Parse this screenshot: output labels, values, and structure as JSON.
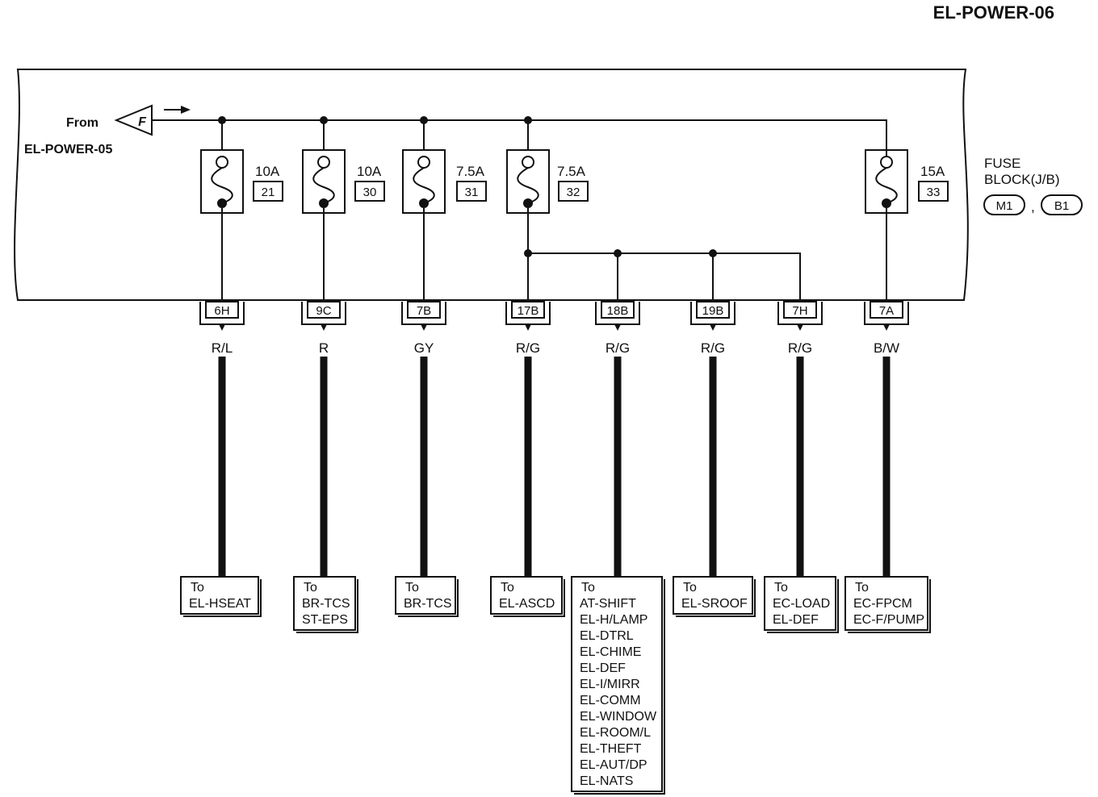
{
  "page_code": "EL-POWER-06",
  "from": {
    "label": "From",
    "source": "EL-POWER-05",
    "connector": "F"
  },
  "fuse_block": {
    "line1": "FUSE",
    "line2": "BLOCK(J/B)",
    "connectors": [
      "M1",
      "B1"
    ],
    "separator": ","
  },
  "fuses": [
    {
      "amp": "10A",
      "number": "21"
    },
    {
      "amp": "10A",
      "number": "30"
    },
    {
      "amp": "7.5A",
      "number": "31"
    },
    {
      "amp": "7.5A",
      "number": "32"
    },
    {
      "amp": "15A",
      "number": "33"
    }
  ],
  "outputs": [
    {
      "connector": "6H",
      "wire": "R/L",
      "dest": [
        "To",
        "EL-HSEAT"
      ]
    },
    {
      "connector": "9C",
      "wire": "R",
      "dest": [
        "To",
        "BR-TCS",
        "ST-EPS"
      ]
    },
    {
      "connector": "7B",
      "wire": "GY",
      "dest": [
        "To",
        "BR-TCS"
      ]
    },
    {
      "connector": "17B",
      "wire": "R/G",
      "dest": [
        "To",
        "EL-ASCD"
      ]
    },
    {
      "connector": "18B",
      "wire": "R/G",
      "dest": [
        "To",
        "AT-SHIFT",
        "EL-H/LAMP",
        "EL-DTRL",
        "EL-CHIME",
        "EL-DEF",
        "EL-I/MIRR",
        "EL-COMM",
        "EL-WINDOW",
        "EL-ROOM/L",
        "EL-THEFT",
        "EL-AUT/DP",
        "EL-NATS"
      ]
    },
    {
      "connector": "19B",
      "wire": "R/G",
      "dest": [
        "To",
        "EL-SROOF"
      ]
    },
    {
      "connector": "7H",
      "wire": "R/G",
      "dest": [
        "To",
        "EC-LOAD",
        "EL-DEF"
      ]
    },
    {
      "connector": "7A",
      "wire": "B/W",
      "dest": [
        "To",
        "EC-FPCM",
        "EC-F/PUMP"
      ]
    }
  ]
}
